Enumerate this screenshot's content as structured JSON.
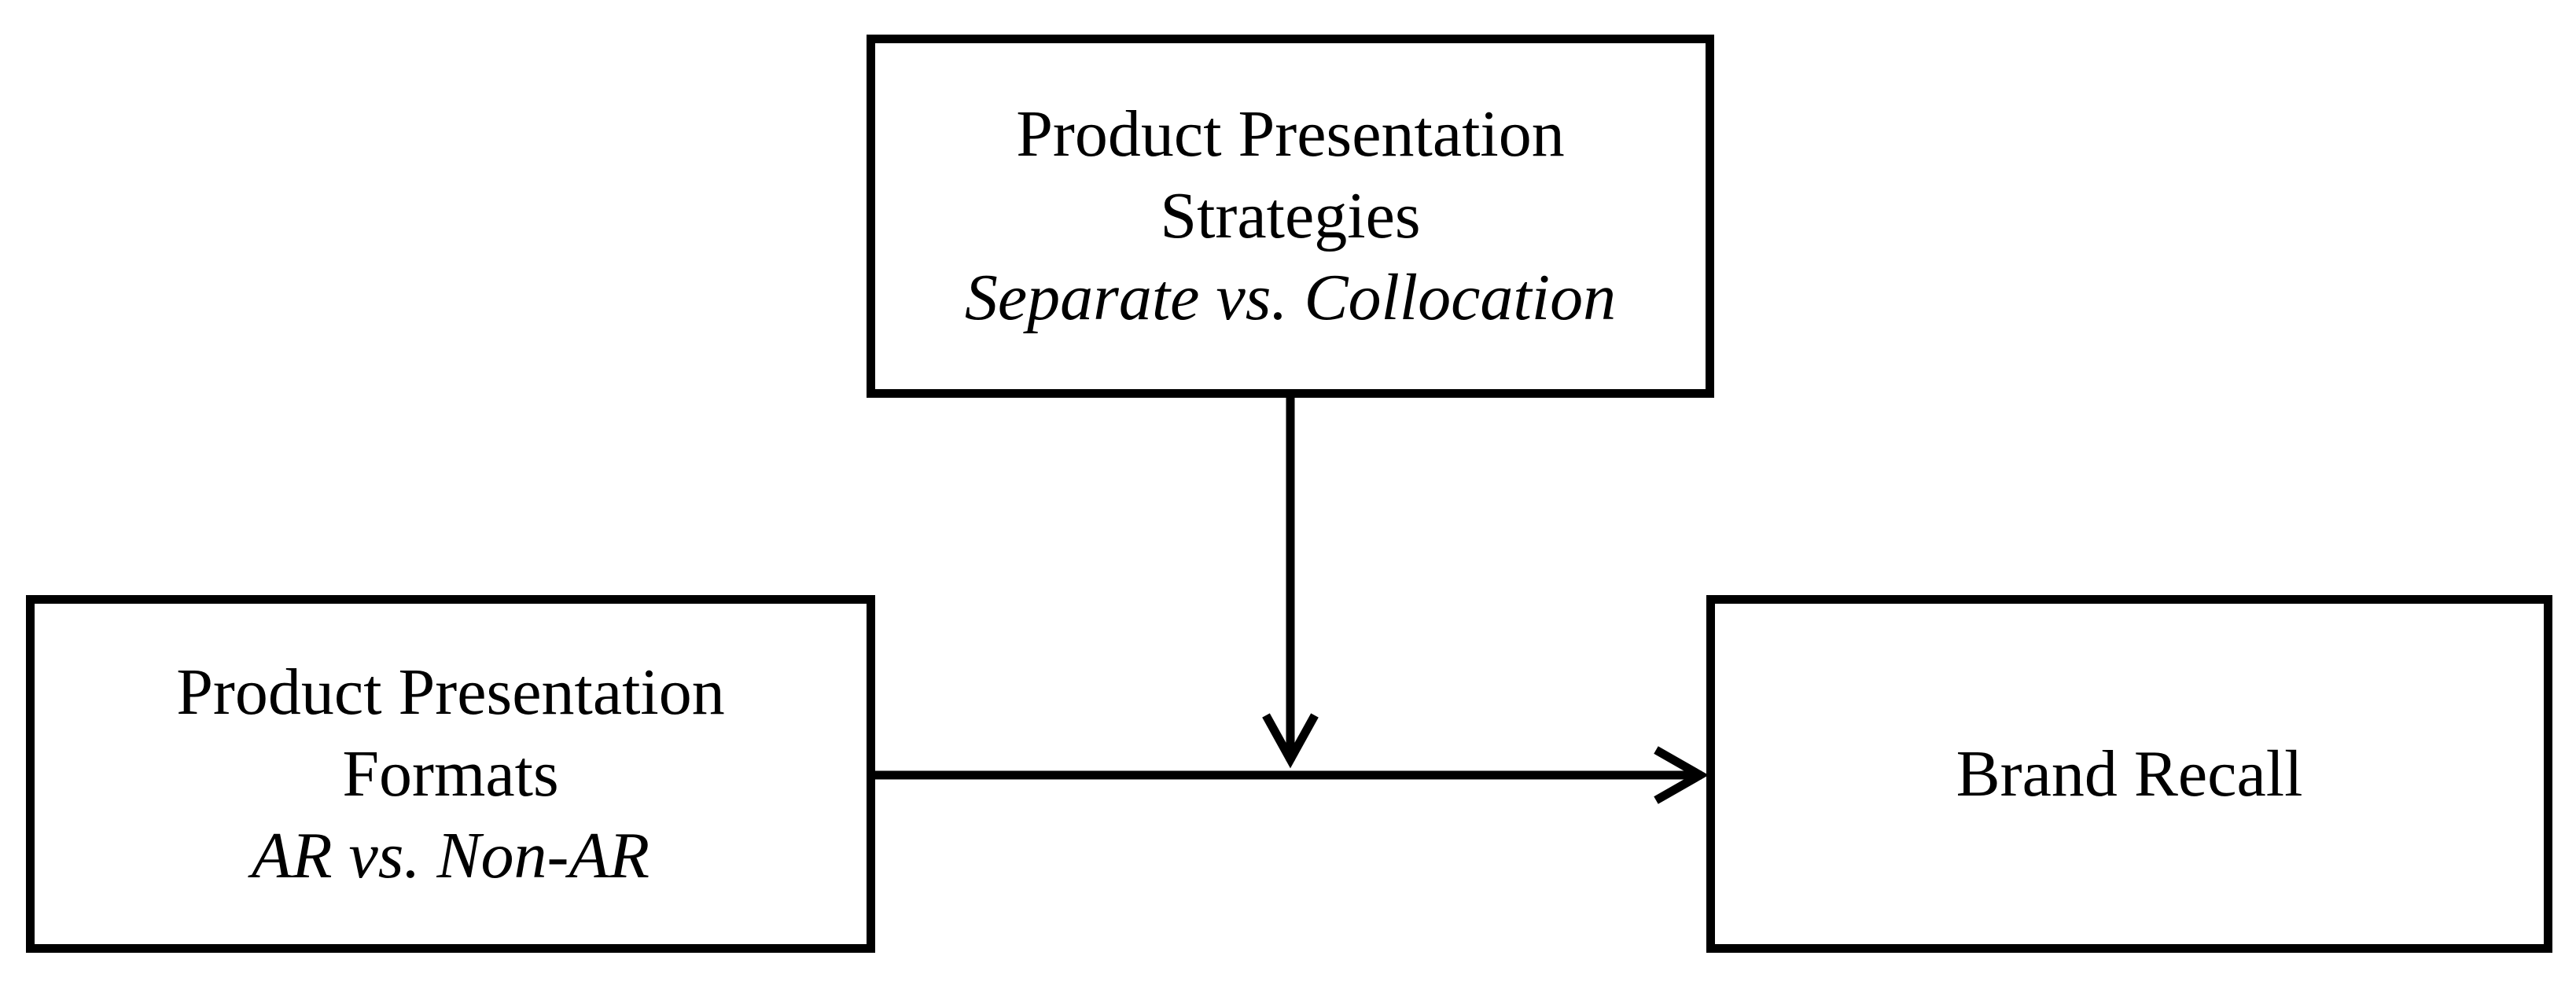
{
  "diagram": {
    "moderator": {
      "title_line1": "Product Presentation",
      "title_line2": "Strategies",
      "subtitle": "Separate vs. Collocation"
    },
    "predictor": {
      "title_line1": "Product Presentation",
      "title_line2": "Formats",
      "subtitle": "AR vs. Non-AR"
    },
    "outcome": {
      "title": "Brand Recall"
    },
    "edges": [
      {
        "from": "predictor",
        "to": "outcome",
        "type": "direct-effect"
      },
      {
        "from": "moderator",
        "to": "predictor-outcome-path",
        "type": "moderation"
      }
    ]
  }
}
